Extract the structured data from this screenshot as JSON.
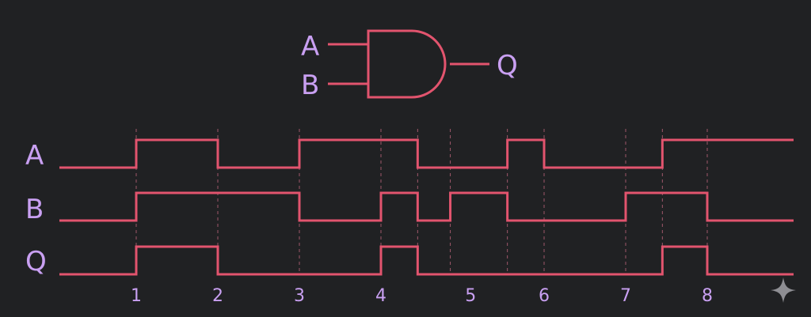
{
  "gate": {
    "type": "AND",
    "inputs": [
      "A",
      "B"
    ],
    "output": "Q"
  },
  "colors": {
    "background": "#202123",
    "wave": "#e2546e",
    "label": "#c9a0f2",
    "guide": "#c96a82"
  },
  "timing": {
    "signals": [
      {
        "name": "A",
        "levels": [
          [
            0,
            0
          ],
          [
            1,
            1
          ],
          [
            2,
            0
          ],
          [
            3,
            1
          ],
          [
            4.45,
            0
          ],
          [
            5.55,
            1
          ],
          [
            6,
            0
          ],
          [
            7.45,
            1
          ],
          [
            9,
            1
          ]
        ]
      },
      {
        "name": "B",
        "levels": [
          [
            0,
            0
          ],
          [
            1,
            1
          ],
          [
            3,
            0
          ],
          [
            4,
            1
          ],
          [
            4.45,
            0
          ],
          [
            4.85,
            1
          ],
          [
            5.55,
            0
          ],
          [
            7,
            1
          ],
          [
            8,
            0
          ],
          [
            9,
            0
          ]
        ]
      },
      {
        "name": "Q",
        "levels": [
          [
            0,
            0
          ],
          [
            1,
            1
          ],
          [
            2,
            0
          ],
          [
            4,
            1
          ],
          [
            4.45,
            0
          ],
          [
            7.45,
            1
          ],
          [
            8,
            0
          ],
          [
            9,
            0
          ]
        ]
      }
    ],
    "time_labels": [
      {
        "t": 1,
        "label": "1"
      },
      {
        "t": 2,
        "label": "2"
      },
      {
        "t": 3,
        "label": "3"
      },
      {
        "t": 4,
        "label": "4"
      },
      {
        "t": 5.1,
        "label": "5"
      },
      {
        "t": 6,
        "label": "6"
      },
      {
        "t": 7,
        "label": "7"
      },
      {
        "t": 8,
        "label": "8"
      }
    ],
    "guides": [
      1,
      2,
      3,
      4,
      4.45,
      4.85,
      5.55,
      6,
      7,
      7.45,
      8
    ]
  },
  "icons": {
    "corner": "sparkle-icon"
  }
}
